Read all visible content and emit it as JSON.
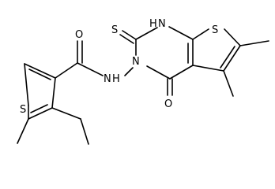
{
  "molecule": {
    "atoms": {
      "s_left": "S",
      "o_amide": "O",
      "nh_amide": "N",
      "h_amide": "H",
      "n_ring": "N",
      "nh_top": "N",
      "h_top": "H",
      "s_thione": "S",
      "s_right": "S",
      "o_ketone": "O"
    }
  }
}
